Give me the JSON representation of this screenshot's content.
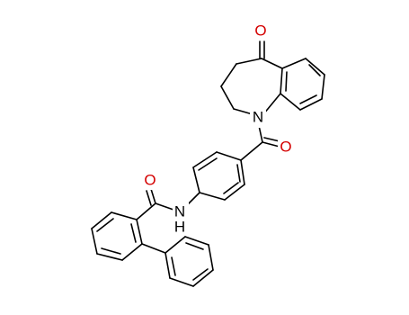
{
  "colors": {
    "bond": "#000000",
    "oxygen": "#d40000",
    "nitrogen": "#1a1aff",
    "carbon_text": "#000000"
  },
  "atoms": {
    "ketone_o": "O",
    "ring_n": "N",
    "carbonyl_o_1": "O",
    "carbonyl_o_2": "O",
    "amide_n": "N",
    "amide_h": "H"
  }
}
